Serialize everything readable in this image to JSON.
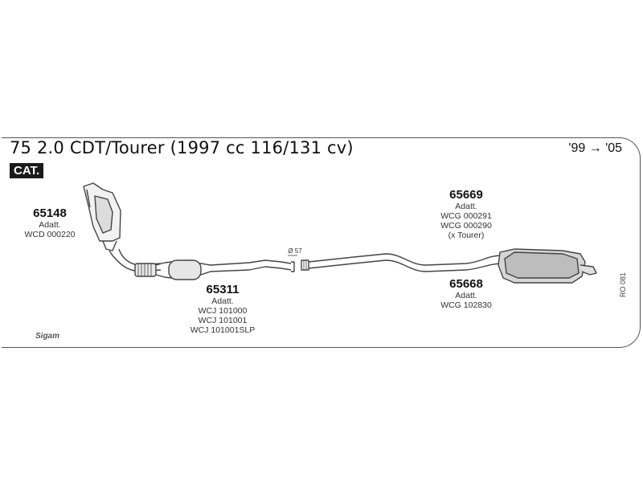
{
  "title": "75 2.0 CDT/Tourer (1997 cc 116/131 cv)",
  "years": "'99 → '05",
  "cat_label": "CAT.",
  "diameter_label": "Ø 57",
  "brand": "Sigam",
  "ref_code": "RO 081",
  "parts": [
    {
      "number": "65148",
      "lines": [
        "Adatt.",
        "WCD 000220"
      ]
    },
    {
      "number": "65311",
      "lines": [
        "Adatt.",
        "WCJ 101000",
        "WCJ 101001",
        "WCJ 101001SLP"
      ]
    },
    {
      "number": "65669",
      "lines": [
        "Adatt.",
        "WCG 000291",
        "WCG 000290",
        "(x Tourer)"
      ]
    },
    {
      "number": "65668",
      "lines": [
        "Adatt.",
        "WCG 102830"
      ]
    }
  ]
}
